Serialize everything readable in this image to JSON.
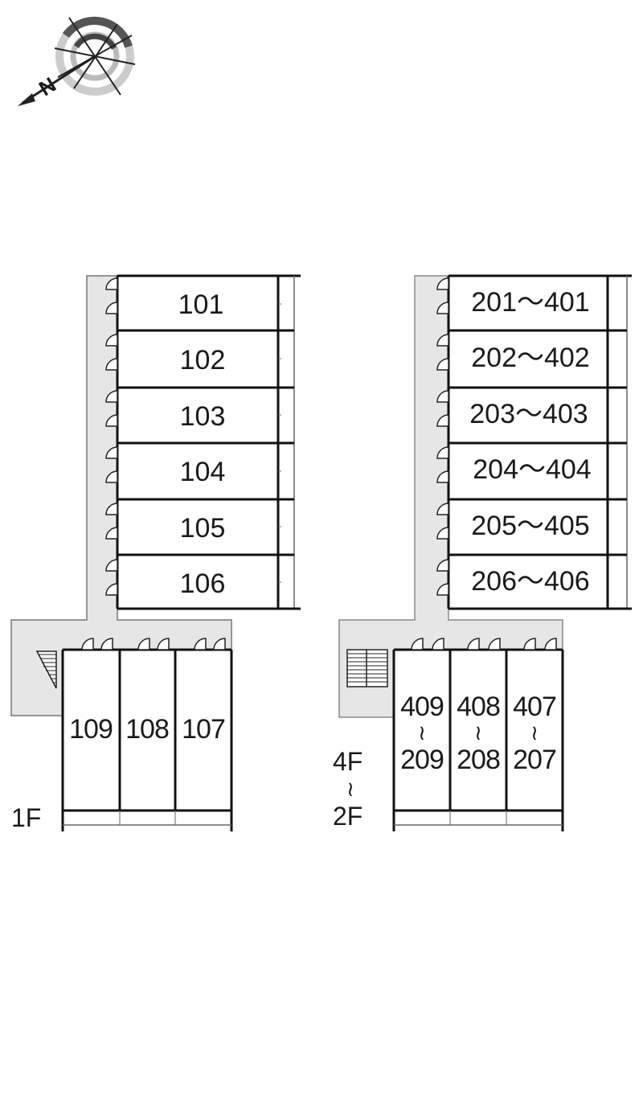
{
  "compass": {
    "north_label": "N",
    "icon": "compass-rose-icon"
  },
  "colors": {
    "corridor": "#e6e6e6",
    "wall": "#111111",
    "thin_wall": "#666666",
    "background": "#ffffff"
  },
  "building_1f": {
    "floor_label": "1F",
    "units_row": [
      "101",
      "102",
      "103",
      "104",
      "105",
      "106"
    ],
    "units_bottom": [
      "109",
      "108",
      "107"
    ]
  },
  "building_upper": {
    "floor_label_top": "4F",
    "floor_separator": "≀",
    "floor_label_bottom": "2F",
    "units_row": [
      "201〜401",
      "202〜402",
      "203〜403",
      "204〜404",
      "205〜405",
      "206〜406"
    ],
    "units_bottom": [
      {
        "top": "409",
        "sep": "≀",
        "bottom": "209"
      },
      {
        "top": "408",
        "sep": "≀",
        "bottom": "208"
      },
      {
        "top": "407",
        "sep": "≀",
        "bottom": "207"
      }
    ]
  }
}
